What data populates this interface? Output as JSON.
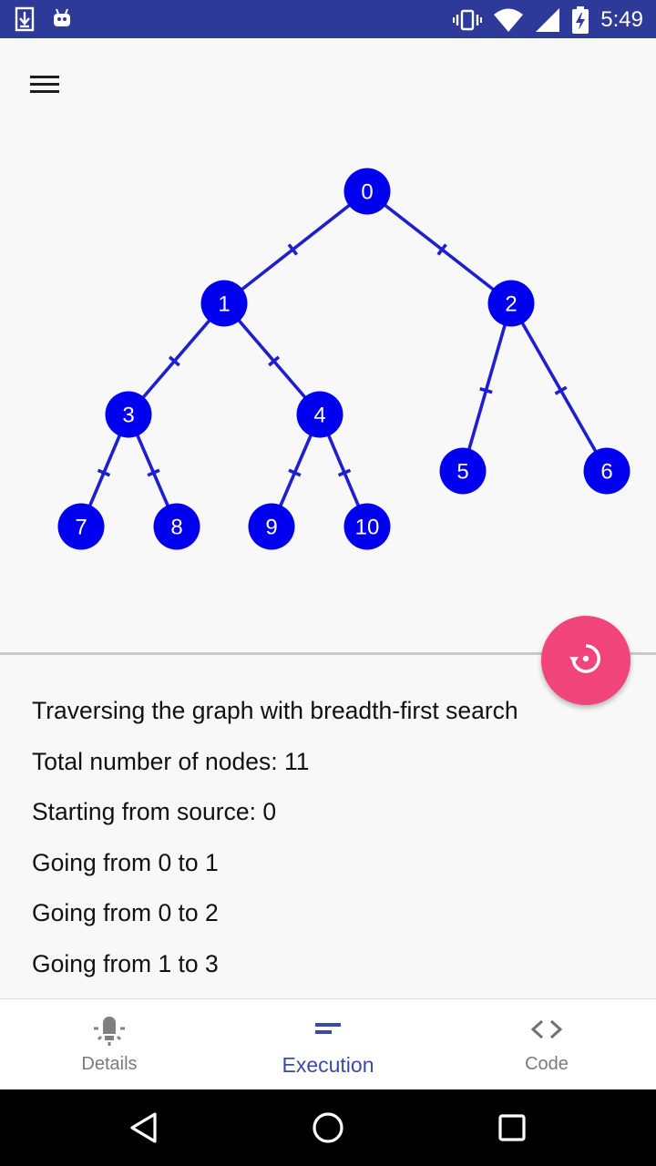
{
  "status_bar": {
    "time": "5:49",
    "icons": [
      "download-icon",
      "android-icon",
      "vibrate-icon",
      "wifi-icon",
      "signal-icon",
      "battery-charging-icon"
    ]
  },
  "toolbar": {
    "menu_icon": "hamburger-menu-icon"
  },
  "graph": {
    "node_color": "#0000ee",
    "edge_color": "#1f1fcf",
    "nodes": [
      {
        "id": "0"
      },
      {
        "id": "1"
      },
      {
        "id": "2"
      },
      {
        "id": "3"
      },
      {
        "id": "4"
      },
      {
        "id": "5"
      },
      {
        "id": "6"
      },
      {
        "id": "7"
      },
      {
        "id": "8"
      },
      {
        "id": "9"
      },
      {
        "id": "10"
      }
    ],
    "edges": [
      {
        "from": "0",
        "to": "1"
      },
      {
        "from": "0",
        "to": "2"
      },
      {
        "from": "1",
        "to": "3"
      },
      {
        "from": "1",
        "to": "4"
      },
      {
        "from": "2",
        "to": "5"
      },
      {
        "from": "2",
        "to": "6"
      },
      {
        "from": "3",
        "to": "7"
      },
      {
        "from": "3",
        "to": "8"
      },
      {
        "from": "4",
        "to": "9"
      },
      {
        "from": "4",
        "to": "10"
      }
    ]
  },
  "fab": {
    "icon": "replay-icon",
    "color": "#f0447a"
  },
  "log": {
    "lines": [
      "Traversing the graph with breadth-first search",
      "Total number of nodes: 11",
      "Starting from source: 0",
      "Going from 0 to 1",
      "Going from 0 to 2",
      "Going from 1 to 3"
    ]
  },
  "bottom_nav": {
    "active": "Execution",
    "accent": "#3b4aa8",
    "items": [
      {
        "label": "Details",
        "icon": "lightbulb-icon"
      },
      {
        "label": "Execution",
        "icon": "lines-icon"
      },
      {
        "label": "Code",
        "icon": "code-brackets-icon"
      }
    ]
  },
  "system_nav": {
    "icons": [
      "back-icon",
      "home-icon",
      "recents-icon"
    ]
  }
}
